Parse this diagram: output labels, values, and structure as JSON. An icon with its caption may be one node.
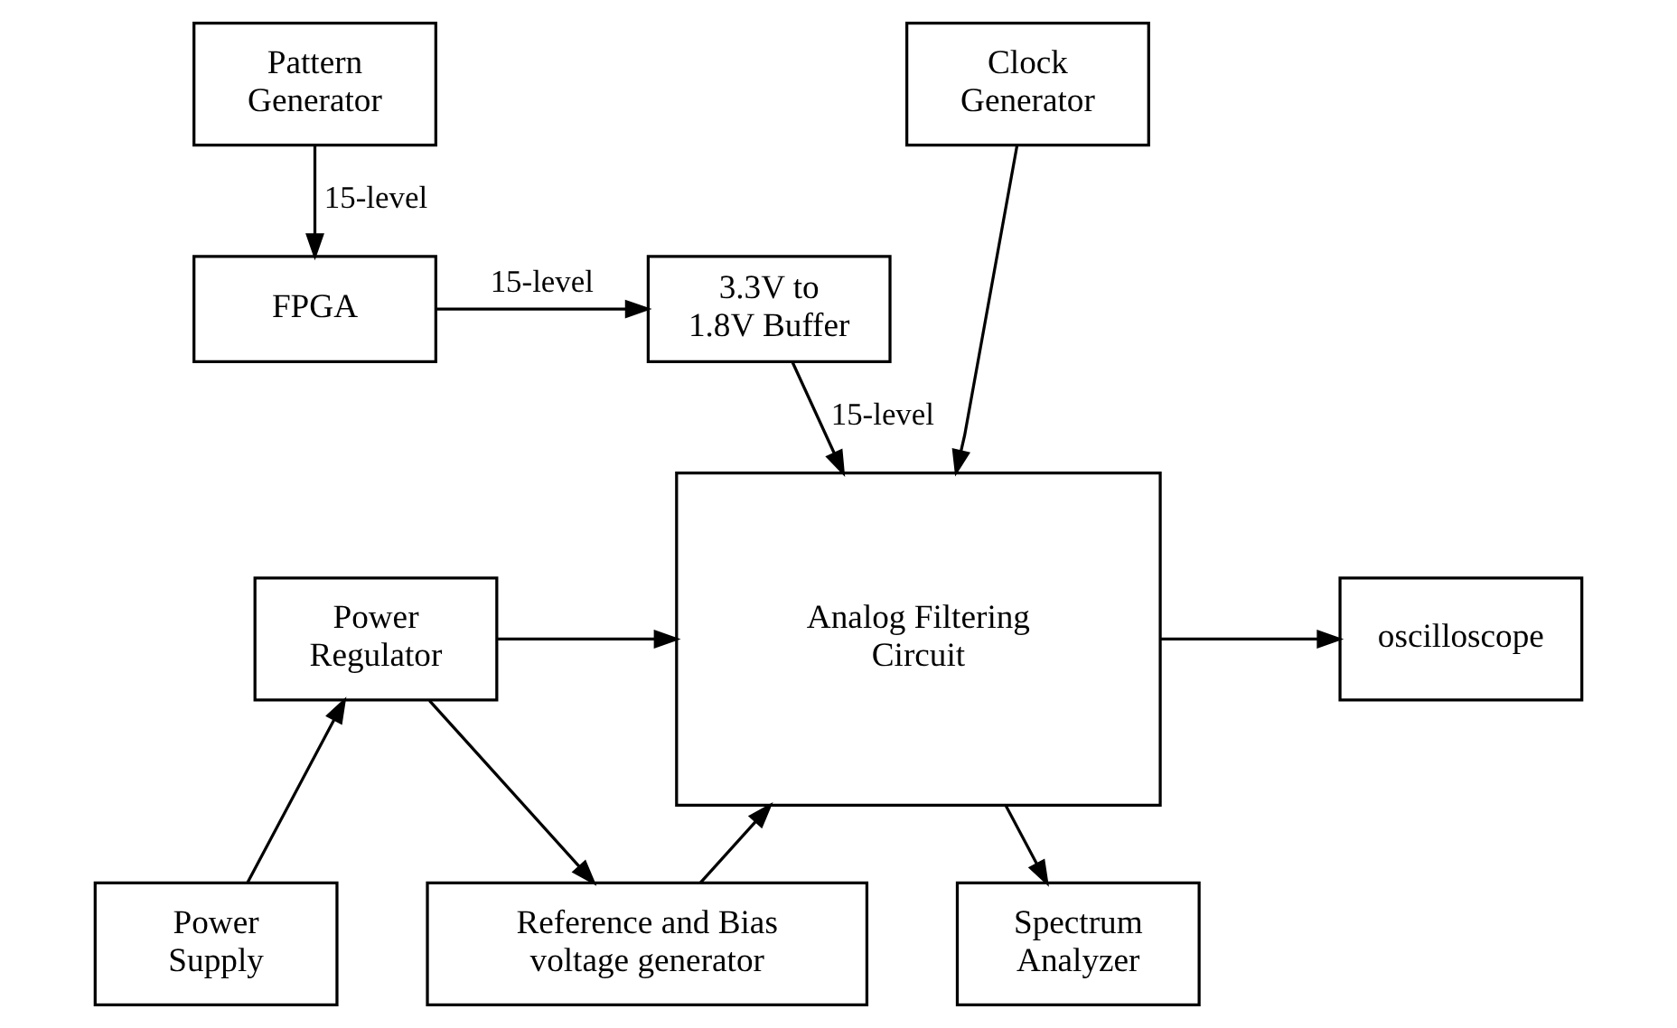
{
  "diagram": {
    "nodes": [
      {
        "text": [
          "FPGA"
        ]
      },
      {
        "text": [
          "3.3V to 1.8V Buffer"
        ]
      },
      {
        "text": [
          "Pattern Generator"
        ]
      },
      {
        "text": [
          "Analog Filtering Circuit"
        ]
      },
      {
        "text": [
          "Clock Generator"
        ]
      },
      {
        "text": [
          "Power Regulator"
        ]
      },
      {
        "text": [
          "oscilloscope"
        ]
      },
      {
        "text": [
          "Power Supply"
        ]
      },
      {
        "text": [
          "Reference and Bias voltage generator"
        ]
      },
      {
        "text": [
          "Spectrum Analyzer"
        ]
      }
    ],
    "edges": [
      {
        "from": 0,
        "to": 1,
        "arrow": "to",
        "label": "15-level"
      },
      {
        "from": 2,
        "to": 0,
        "arrow": "to",
        "label": "15-level"
      },
      {
        "from": 1,
        "to": 3,
        "arrow": "to",
        "label": "15-level"
      },
      {
        "from": 4,
        "to": 3,
        "arrow": "to"
      },
      {
        "from": 5,
        "to": 3,
        "arrow": "to"
      },
      {
        "from": 5,
        "to": 8,
        "arrow": "to"
      },
      {
        "from": 8,
        "to": 3,
        "arrow": "to"
      },
      {
        "from": 3,
        "to": 6,
        "arrow": "to"
      },
      {
        "from": 3,
        "to": 9,
        "arrow": "to"
      },
      {
        "from": 7,
        "to": 5,
        "arrow": "to"
      }
    ]
  }
}
